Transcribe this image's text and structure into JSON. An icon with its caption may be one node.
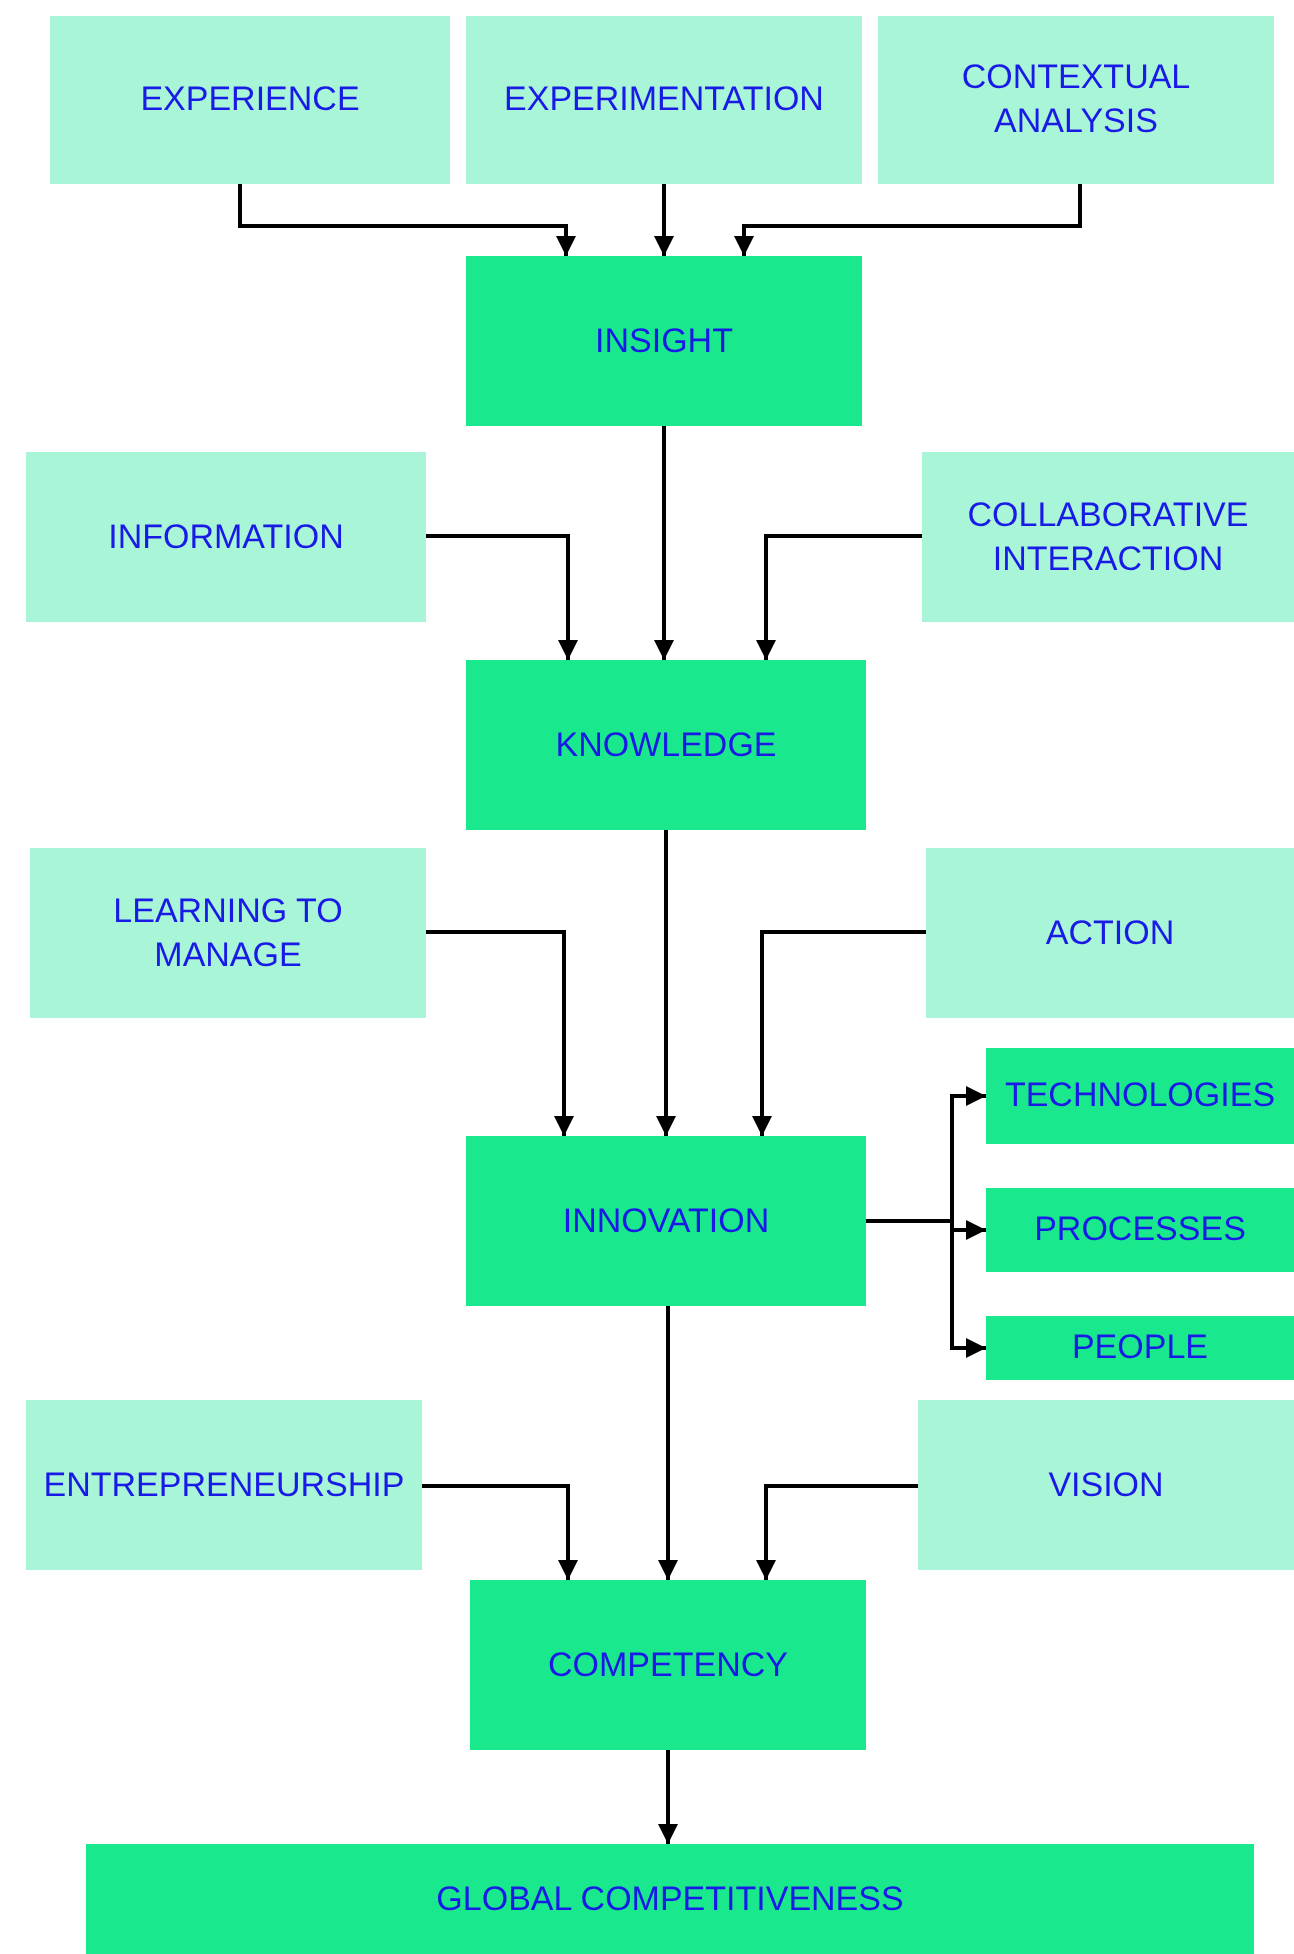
{
  "diagram": {
    "nodes": [
      {
        "text": [
          "EXPERIENCE"
        ]
      },
      {
        "text": [
          "EXPERIMENTATION"
        ]
      },
      {
        "text": [
          "CONTEXTUAL ANALYSIS"
        ]
      },
      {
        "text": [
          "INSIGHT"
        ]
      },
      {
        "text": [
          "INFORMATION"
        ]
      },
      {
        "text": [
          "COLLABORATIVE INTERACTION"
        ]
      },
      {
        "text": [
          "KNOWLEDGE"
        ]
      },
      {
        "text": [
          "LEARNING TO MANAGE"
        ]
      },
      {
        "text": [
          "ACTION"
        ]
      },
      {
        "text": [
          "INNOVATION"
        ]
      },
      {
        "text": [
          "TECHNOLOGIES"
        ]
      },
      {
        "text": [
          "PROCESSES"
        ]
      },
      {
        "text": [
          "PEOPLE"
        ]
      },
      {
        "text": [
          "ENTREPRENEURSHIP"
        ]
      },
      {
        "text": [
          "VISION"
        ]
      },
      {
        "text": [
          "COMPETENCY"
        ]
      },
      {
        "text": [
          "GLOBAL COMPETITIVENESS"
        ]
      }
    ],
    "edges": [
      {
        "from": 0,
        "to": 3,
        "arrow": "to"
      },
      {
        "from": 1,
        "to": 3,
        "arrow": "to"
      },
      {
        "from": 2,
        "to": 3,
        "arrow": "to"
      },
      {
        "from": 3,
        "to": 6,
        "arrow": "to"
      },
      {
        "from": 4,
        "to": 6,
        "arrow": "to"
      },
      {
        "from": 5,
        "to": 6,
        "arrow": "to"
      },
      {
        "from": 6,
        "to": 9,
        "arrow": "to"
      },
      {
        "from": 7,
        "to": 9,
        "arrow": "to"
      },
      {
        "from": 8,
        "to": 9,
        "arrow": "to"
      },
      {
        "from": 9,
        "to": 10,
        "arrow": "to"
      },
      {
        "from": 9,
        "to": 11,
        "arrow": "to"
      },
      {
        "from": 9,
        "to": 12,
        "arrow": "to"
      },
      {
        "from": 9,
        "to": 15,
        "arrow": "to"
      },
      {
        "from": 13,
        "to": 15,
        "arrow": "to"
      },
      {
        "from": 14,
        "to": 15,
        "arrow": "to"
      },
      {
        "from": 15,
        "to": 16,
        "arrow": "to"
      }
    ]
  }
}
